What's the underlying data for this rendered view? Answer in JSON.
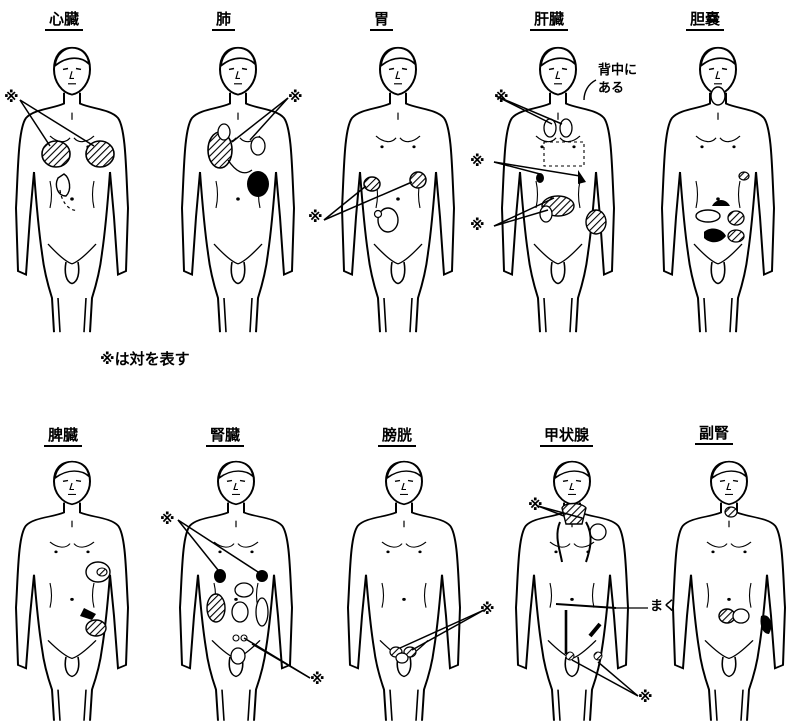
{
  "panels": [
    {
      "key": "heart",
      "title": "心臓"
    },
    {
      "key": "lung",
      "title": "肺"
    },
    {
      "key": "stomach",
      "title": "胃"
    },
    {
      "key": "liver",
      "title": "肝臓"
    },
    {
      "key": "gallbladder",
      "title": "胆嚢"
    },
    {
      "key": "spleen",
      "title": "脾臓"
    },
    {
      "key": "kidney",
      "title": "腎臓"
    },
    {
      "key": "bladder",
      "title": "膀胱"
    },
    {
      "key": "thyroid",
      "title": "甲状腺"
    },
    {
      "key": "adrenal",
      "title": "副腎"
    }
  ],
  "legend": "※は対を表す",
  "pair_mark": "※",
  "annotations": {
    "liver_back_line1": "背中に",
    "liver_back_line2": "ある",
    "thyroid_diaphragm": "まく"
  },
  "colors": {
    "ink": "#000000",
    "background": "#ffffff"
  }
}
